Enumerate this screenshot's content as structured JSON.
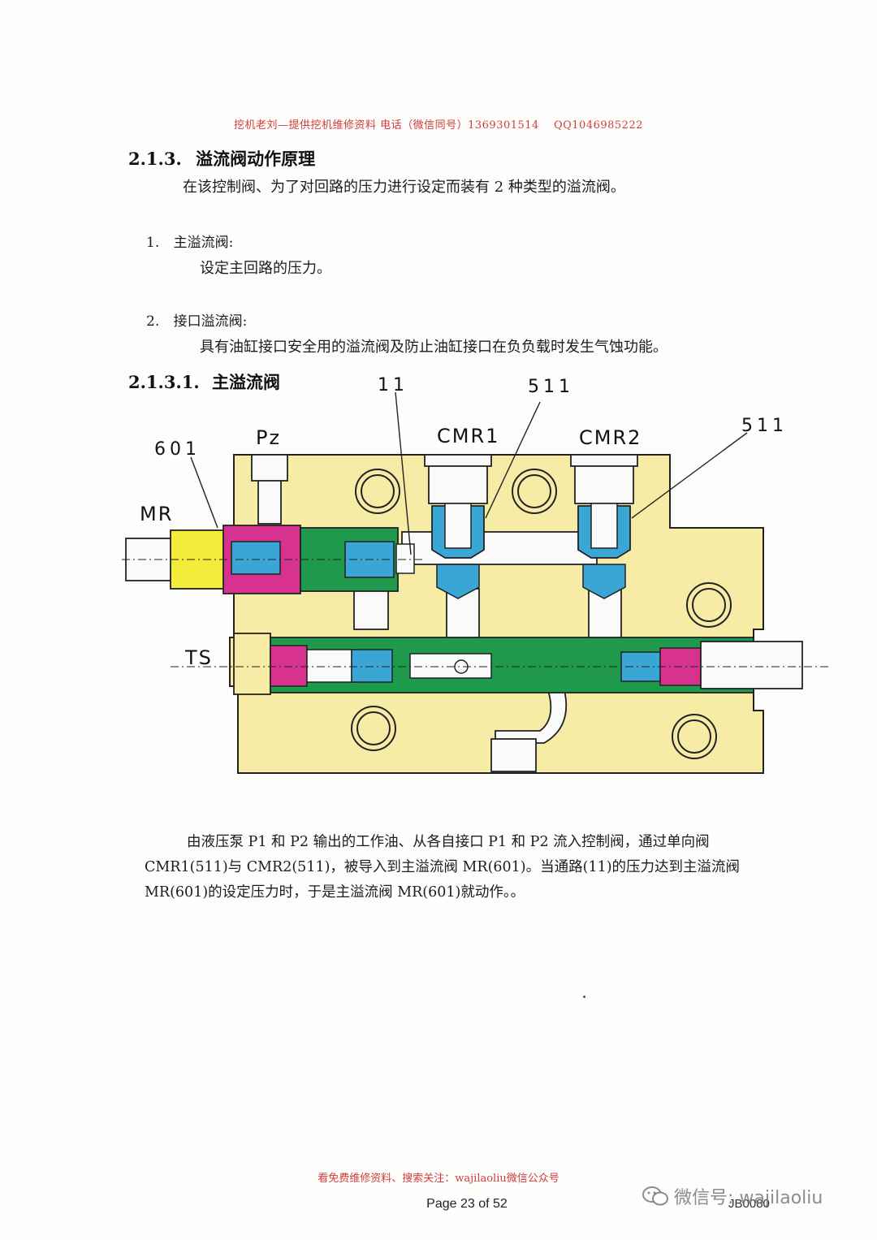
{
  "header_note": "挖机老刘—提供挖机维修资料 电话（微信同号）1369301514　 QQ1046985222",
  "section": {
    "number": "2.1.3.",
    "title": "溢流阀动作原理",
    "intro": "在该控制阀、为了对回路的压力进行设定而装有 2 种类型的溢流阀。"
  },
  "items": [
    {
      "num": "1.",
      "title": "主溢流阀:",
      "desc": "设定主回路的压力。"
    },
    {
      "num": "2.",
      "title": "接口溢流阀:",
      "desc": "具有油缸接口安全用的溢流阀及防止油缸接口在负负载时发生气蚀功能。"
    }
  ],
  "subsection": {
    "number": "2.1.3.1.",
    "title": "主溢流阀"
  },
  "diagram": {
    "labels": {
      "l11": "11",
      "l511a": "511",
      "l511b": "511",
      "l601": "601",
      "pz": "Pz",
      "cmr1": "CMR1",
      "cmr2": "CMR2",
      "mr": "MR",
      "ts": "TS"
    },
    "colors": {
      "body": "#f7eca6",
      "green": "#1f9a4c",
      "blue": "#3aa6d6",
      "pink": "#d8328f",
      "yellow": "#f4ec3a",
      "outline": "#222222"
    }
  },
  "paragraph": [
    "由液压泵 P1 和 P2 输出的工作油、从各自接口 P1 和 P2 流入控制阀，通过单向阀",
    "CMR1(511)与 CMR2(511)，被导入到主溢流阀 MR(601)。当通路(11)的压力达到主溢流阀",
    "MR(601)的设定压力时，于是主溢流阀 MR(601)就动作。。"
  ],
  "footer_note": "看免费维修资料、搜索关注：wajilaoliu微信公众号",
  "page_label": "Page 23 of 52",
  "doc_code": "JB0080",
  "watermark": "微信号: wajilaoliu"
}
